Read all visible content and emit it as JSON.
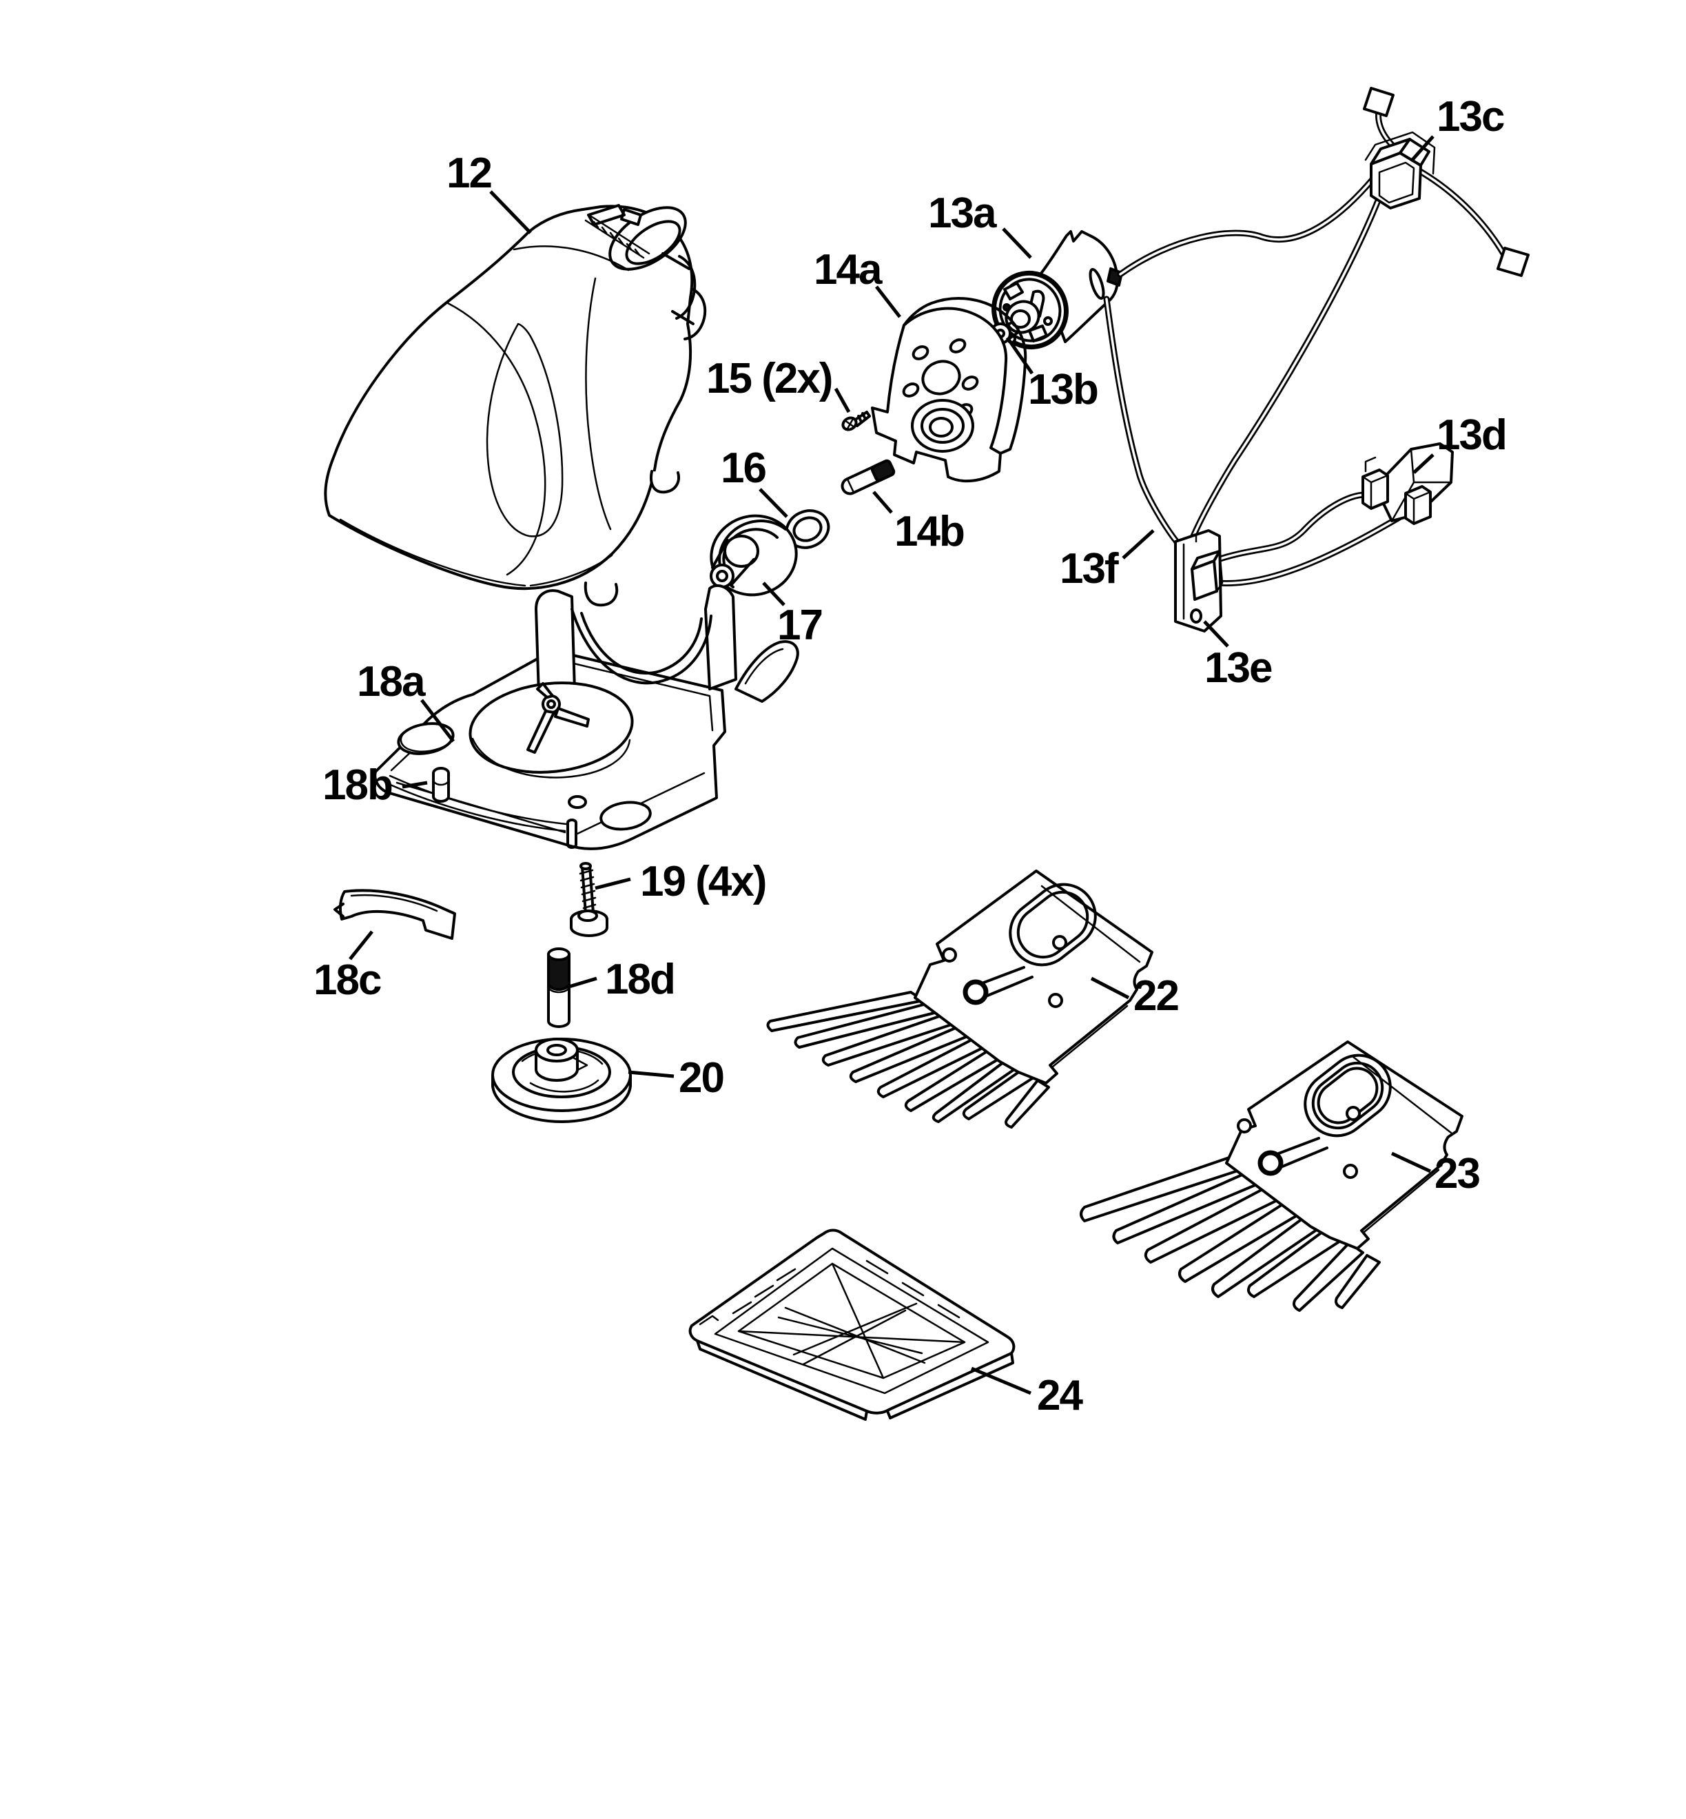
{
  "canvas": {
    "background": "#ffffff",
    "ink": "#000000"
  },
  "callouts": [
    {
      "label": "12"
    },
    {
      "label": "13a"
    },
    {
      "label": "13b"
    },
    {
      "label": "13c"
    },
    {
      "label": "13d"
    },
    {
      "label": "13e"
    },
    {
      "label": "13f"
    },
    {
      "label": "14a"
    },
    {
      "label": "14b"
    },
    {
      "label": "15 (2x)"
    },
    {
      "label": "16"
    },
    {
      "label": "17"
    },
    {
      "label": "18a"
    },
    {
      "label": "18b"
    },
    {
      "label": "18c"
    },
    {
      "label": "18d"
    },
    {
      "label": "19 (4x)"
    },
    {
      "label": "20"
    },
    {
      "label": "22"
    },
    {
      "label": "23"
    },
    {
      "label": "24"
    }
  ]
}
